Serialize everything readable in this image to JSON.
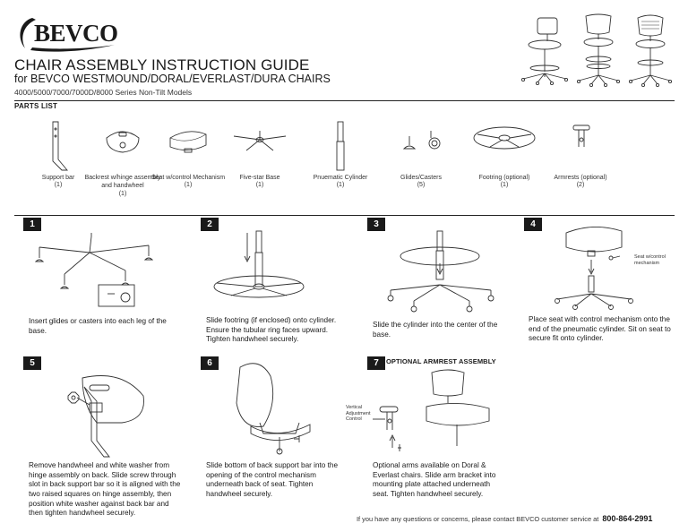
{
  "brand": {
    "name": "BEVCO"
  },
  "header": {
    "title": "CHAIR ASSEMBLY INSTRUCTION GUIDE",
    "subtitle": "for BEVCO WESTMOUND/DORAL/EVERLAST/DURA CHAIRS",
    "models": "4000/5000/7000/7000D/8000 Series Non-Tilt Models"
  },
  "parts_list": {
    "heading": "PARTS LIST",
    "items": [
      {
        "name": "Support bar",
        "qty": "(1)",
        "icon": "support-bar-icon"
      },
      {
        "name": "Backrest w/hinge assembly and handwheel",
        "qty": "(1)",
        "icon": "backrest-icon"
      },
      {
        "name": "Seat w/control Mechanism",
        "qty": "(1)",
        "icon": "seat-icon"
      },
      {
        "name": "Five-star Base",
        "qty": "(1)",
        "icon": "five-star-base-icon"
      },
      {
        "name": "Pnuematic Cylinder",
        "qty": "(1)",
        "icon": "cylinder-icon"
      },
      {
        "name": "Glides/Casters",
        "qty": "(5)",
        "icon": "glides-casters-icon"
      },
      {
        "name": "Footring (optional)",
        "qty": "(1)",
        "icon": "footring-icon"
      },
      {
        "name": "Armrests (optional)",
        "qty": "(2)",
        "icon": "armrest-icon"
      }
    ]
  },
  "steps": [
    {
      "number": "1",
      "text": "Insert glides or casters into each leg of the base."
    },
    {
      "number": "2",
      "text": "Slide footring (if enclosed) onto cylinder. Ensure the tubular ring faces upward. Tighten handwheel securely."
    },
    {
      "number": "3",
      "text": "Slide the cylinder into the center of the base."
    },
    {
      "number": "4",
      "text": "Place seat with control mechanism onto the end of the pneumatic cylinder. Sit on seat to secure fit onto cylinder.",
      "callout": "Seat w/control mechanism"
    },
    {
      "number": "5",
      "text": "Remove handwheel and white washer from hinge assembly on back.  Slide screw through slot in back support bar so it is aligned with the two raised squares on hinge assembly, then position white washer against back bar and then tighten handwheel securely."
    },
    {
      "number": "6",
      "text": "Slide bottom of back support bar into the opening of the control mechanism underneath back of seat. Tighten handwheel securely."
    },
    {
      "number": "7",
      "title": "OPTIONAL ARMREST ASSEMBLY",
      "text": "Optional arms available on Doral & Everlast chairs.  Slide arm bracket into mounting plate attached underneath seat. Tighten handwheel securely.",
      "callout": "Vertical Adjustment Control"
    }
  ],
  "footer": {
    "contact_text": "If you have any questions or concerns, please contact BEVCO customer service at",
    "phone": "800-864-2991"
  }
}
